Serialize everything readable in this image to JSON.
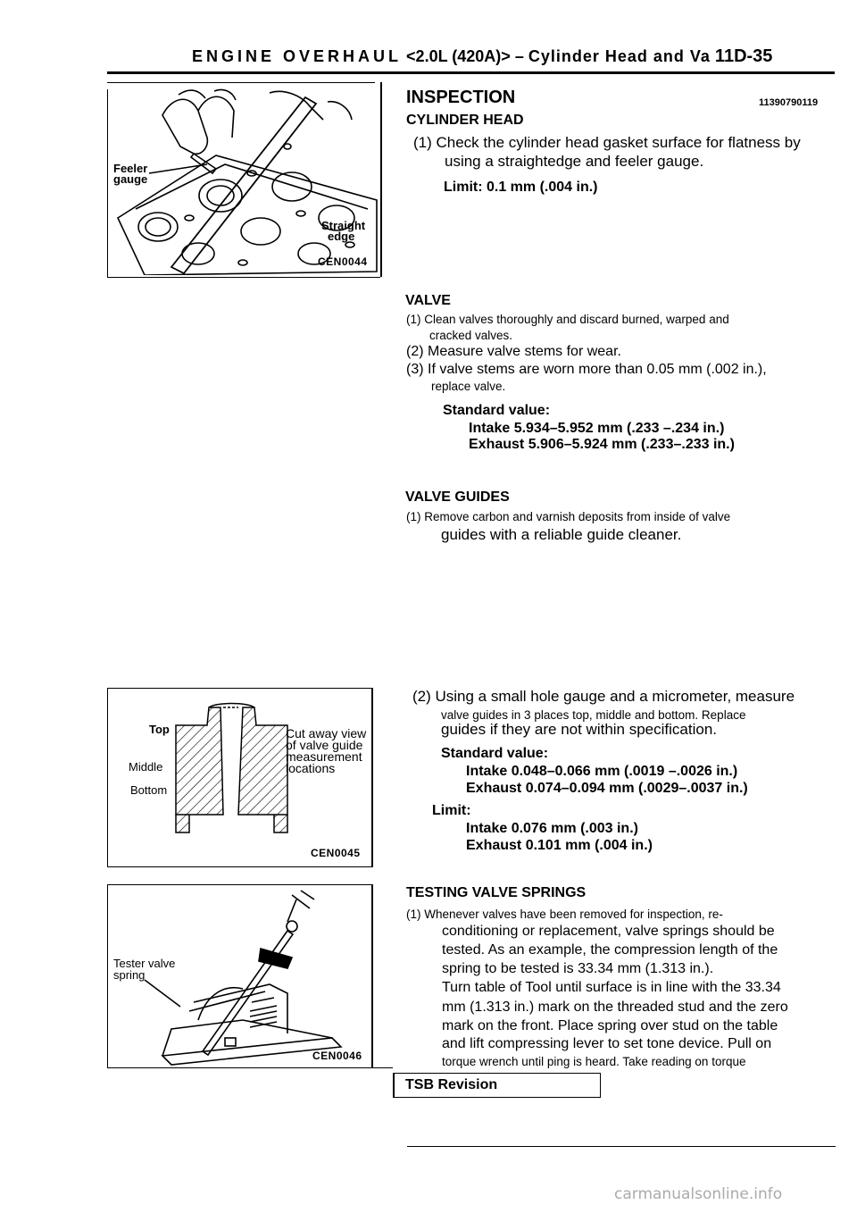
{
  "header": {
    "prefix": "ENGINE OVERHAUL",
    "model": "<2.0L (420A)>",
    "dash": "–",
    "title": "Cylinder Head and Va",
    "page_num": "11D-35"
  },
  "figures": {
    "fig1": {
      "label_feeler": "Feeler gauge",
      "label_feeler_1": "Feeler",
      "label_feeler_2": "gauge",
      "label_straight_1": "Straight",
      "label_straight_2": "edge",
      "code": "CEN0044"
    },
    "fig2": {
      "label_top": "Top",
      "label_middle": "Middle",
      "label_bottom": "Bottom",
      "caption_1": "Cut away view",
      "caption_2": "of valve guide",
      "caption_3": "measurement",
      "caption_4": "locations",
      "code": "CEN0045"
    },
    "fig3": {
      "label_1": "Tester valve",
      "label_2": "spring",
      "code": "CEN0046"
    }
  },
  "inspection": {
    "title": "INSPECTION",
    "code": "11390790119",
    "cyl_head_title": "CYLINDER HEAD",
    "cyl_head_1a": "(1) Check the cylinder head gasket surface for flatness by",
    "cyl_head_1b": "using a straightedge and feeler gauge.",
    "cyl_head_limit": "Limit: 0.1 mm (.004 in.)"
  },
  "valve": {
    "title": "VALVE",
    "item1a": "(1) Clean valves thoroughly and discard burned, warped and",
    "item1b": "cracked valves.",
    "item2": "(2) Measure valve stems for wear.",
    "item3a": "(3) If valve stems are worn more than 0.05 mm (.002 in.),",
    "item3b": "replace valve.",
    "std_title": "Standard value:",
    "std_intake": "Intake 5.934–5.952 mm (.233 –.234 in.)",
    "std_exhaust": "Exhaust 5.906–5.924 mm (.233–.233 in.)"
  },
  "guides": {
    "title": "VALVE GUIDES",
    "item1a": "(1) Remove carbon and varnish deposits from inside of valve",
    "item1b": "guides with a reliable guide cleaner.",
    "item2a": "(2) Using a small hole gauge and a micrometer, measure",
    "item2b": "valve guides in 3 places top, middle and bottom. Replace",
    "item2c": "guides if they are not within specification.",
    "std_title": "Standard value:",
    "std_intake": "Intake 0.048–0.066 mm (.0019 –.0026 in.)",
    "std_exhaust": "Exhaust 0.074–0.094 mm (.0029–.0037 in.)",
    "limit_title": "Limit:",
    "limit_intake": "Intake 0.076 mm (.003 in.)",
    "limit_exhaust": "Exhaust 0.101 mm (.004 in.)"
  },
  "springs": {
    "title": "TESTING VALVE SPRINGS",
    "p1": "(1) Whenever valves have been removed for inspection, re-",
    "p2": "conditioning or replacement, valve springs should be",
    "p3": "tested. As an example, the compression length of the",
    "p4": "spring to be tested is 33.34 mm (1.313 in.).",
    "p5": "Turn table of Tool until surface is in line with the 33.34",
    "p6": "mm (1.313 in.) mark on the threaded stud and the zero",
    "p7": "mark on the front. Place spring over stud on the table",
    "p8": "and lift compressing lever to set tone device. Pull on",
    "p9": "torque wrench until ping is heard. Take reading on torque"
  },
  "footer": {
    "tsb": "TSB Revision",
    "watermark": "carmanualsonline.info"
  }
}
